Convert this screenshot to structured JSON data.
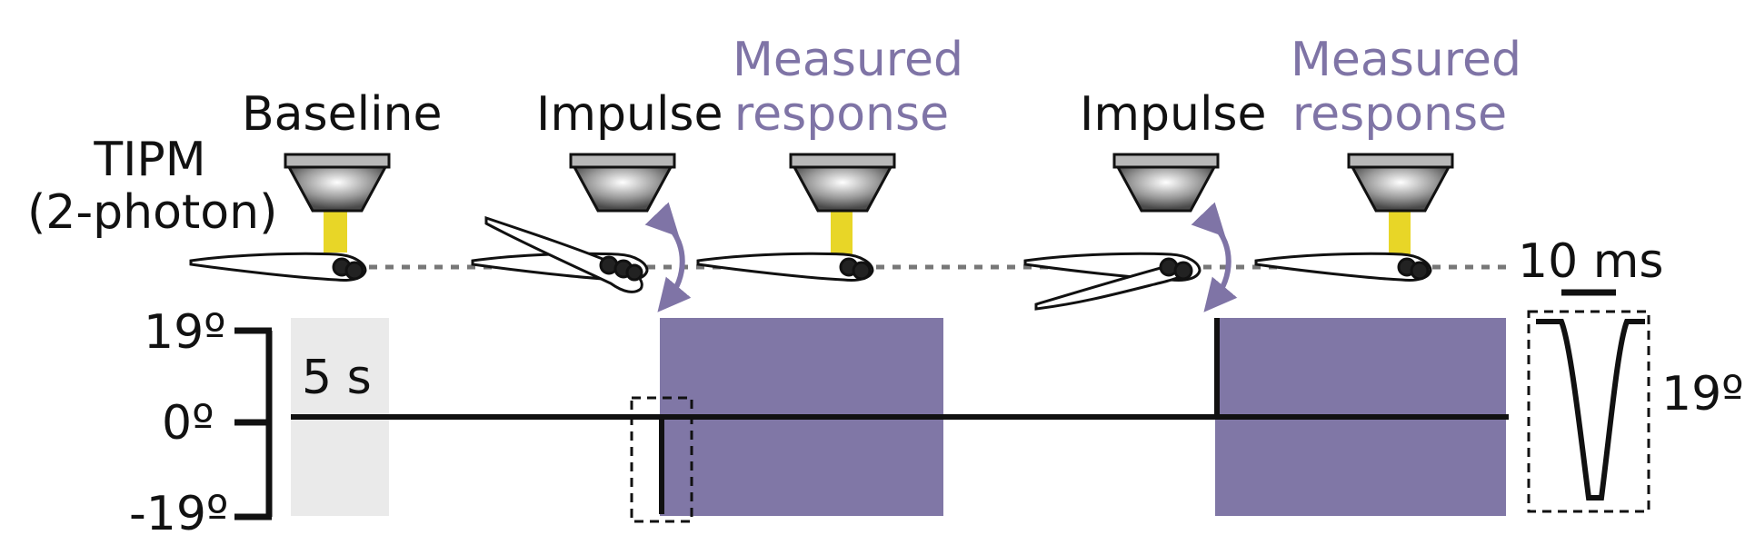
{
  "stages": {
    "baseline": "Baseline",
    "impulse_1": "Impulse",
    "measured_1": [
      "Measured",
      "response"
    ],
    "impulse_2": "Impulse",
    "measured_2": [
      "Measured",
      "response"
    ]
  },
  "method": [
    "TIPM",
    "(2-photon)"
  ],
  "y_axis": {
    "top": "19º",
    "zero": "0º",
    "bottom": "-19º"
  },
  "baseline_duration": "5 s",
  "inset_scale": "10 ms",
  "inset_amplitude": "19º",
  "colors": {
    "response": "#8077a6",
    "baseline_bg": "#eaeaea",
    "laser": "#e8d627",
    "arrow": "#7f74a6"
  }
}
